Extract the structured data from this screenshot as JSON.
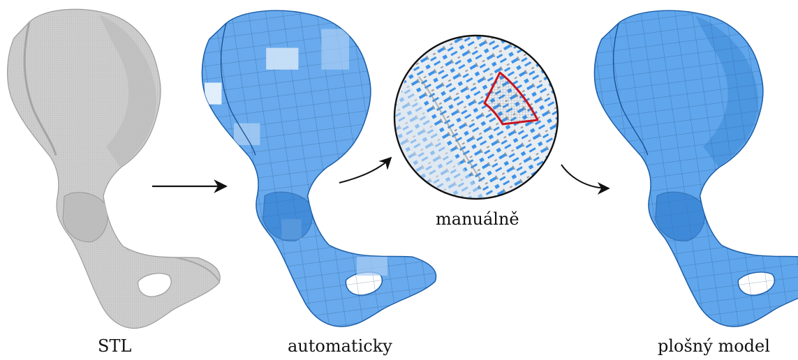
{
  "labels": {
    "stl": "STL",
    "automatic": "automaticky",
    "manual": "manuálně",
    "surface_model": "plošný model"
  },
  "colors": {
    "stl_bone": "#c9c9c9",
    "stl_bone_dark": "#9a9a9a",
    "surface_blue": "#3d92e8",
    "surface_blue_light": "#8fc0f2",
    "patch_pale": "#c8def4",
    "highlight_red": "#c8141e",
    "arrow": "#111111"
  },
  "icons": {
    "arrow_1": "arrow-right-icon",
    "arrow_2": "curved-arrow-icon",
    "arrow_3": "curved-arrow-icon",
    "zoom": "magnifier-circle-icon"
  }
}
